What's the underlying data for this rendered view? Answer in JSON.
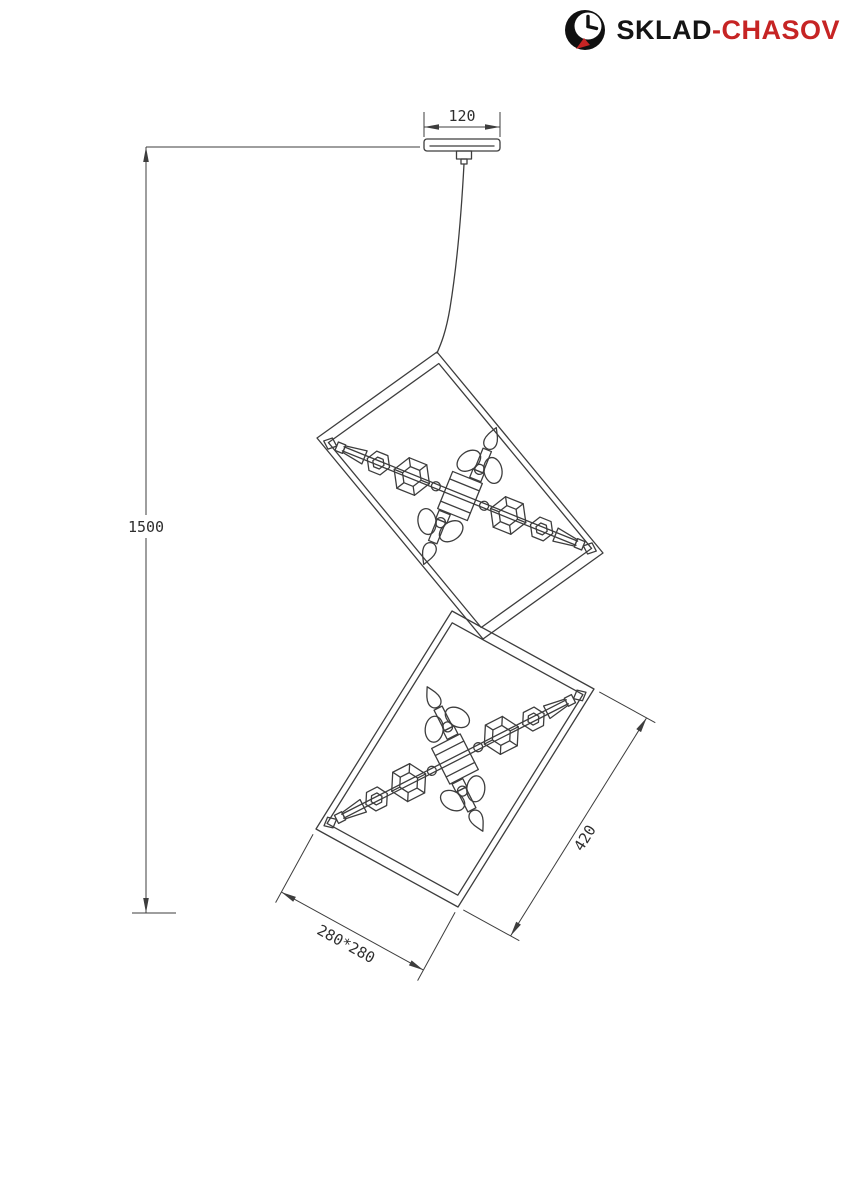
{
  "brand": {
    "primary": "SKLAD",
    "secondary": "-CHASOV"
  },
  "dimensions": {
    "canopy_width": "120",
    "overall_height": "1500",
    "frame_diagonal": "420",
    "frame_size": "280*280"
  }
}
